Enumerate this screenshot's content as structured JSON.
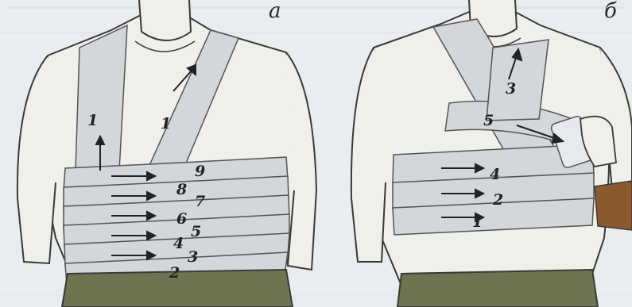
{
  "figure": {
    "panel_a": {
      "label": "а",
      "tour_numbers": [
        "1",
        "1",
        "2",
        "3",
        "4",
        "5",
        "6",
        "7",
        "8",
        "9"
      ]
    },
    "panel_b": {
      "label": "б",
      "tour_numbers": [
        "1",
        "2",
        "3",
        "4",
        "5"
      ]
    }
  },
  "colors": {
    "background": "#e9edef",
    "skin": "#f0efe9",
    "outline": "#3a3a3a",
    "bandage": "#d3d7da",
    "trousers": "#6f7450",
    "sleeve": "#8a5a2e",
    "bleed_text": "#b9c1c6"
  }
}
